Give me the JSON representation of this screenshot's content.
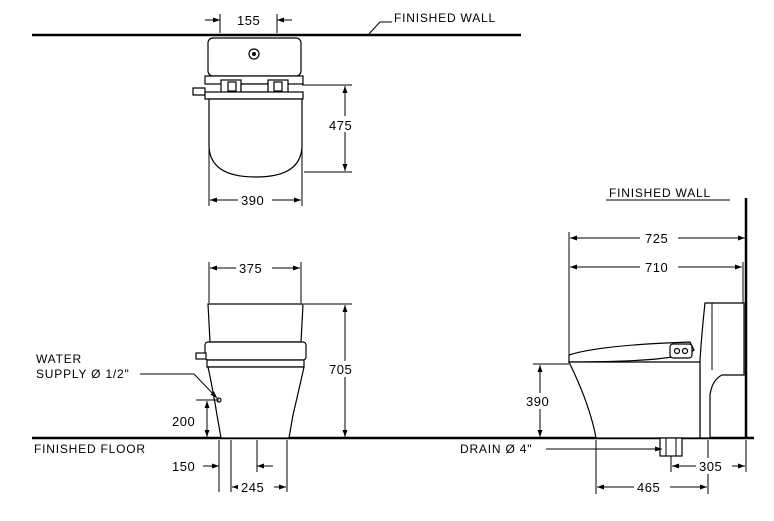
{
  "labels": {
    "finished_wall_top": "FINISHED  WALL",
    "finished_wall_side": "FINISHED  WALL",
    "finished_floor": "FINISHED  FLOOR",
    "water_supply_line1": "WATER",
    "water_supply_line2": "SUPPLY Ø 1/2\"",
    "drain": "DRAIN Ø 4\""
  },
  "dimensions": {
    "top_width_155": "155",
    "top_depth_475": "475",
    "top_width_390": "390",
    "front_width_375": "375",
    "front_height_705": "705",
    "supply_height_200": "200",
    "front_offset_150": "150",
    "front_base_245": "245",
    "side_depth_725": "725",
    "side_depth_710": "710",
    "side_seat_390": "390",
    "side_drain_465": "465",
    "side_drain_305": "305"
  }
}
